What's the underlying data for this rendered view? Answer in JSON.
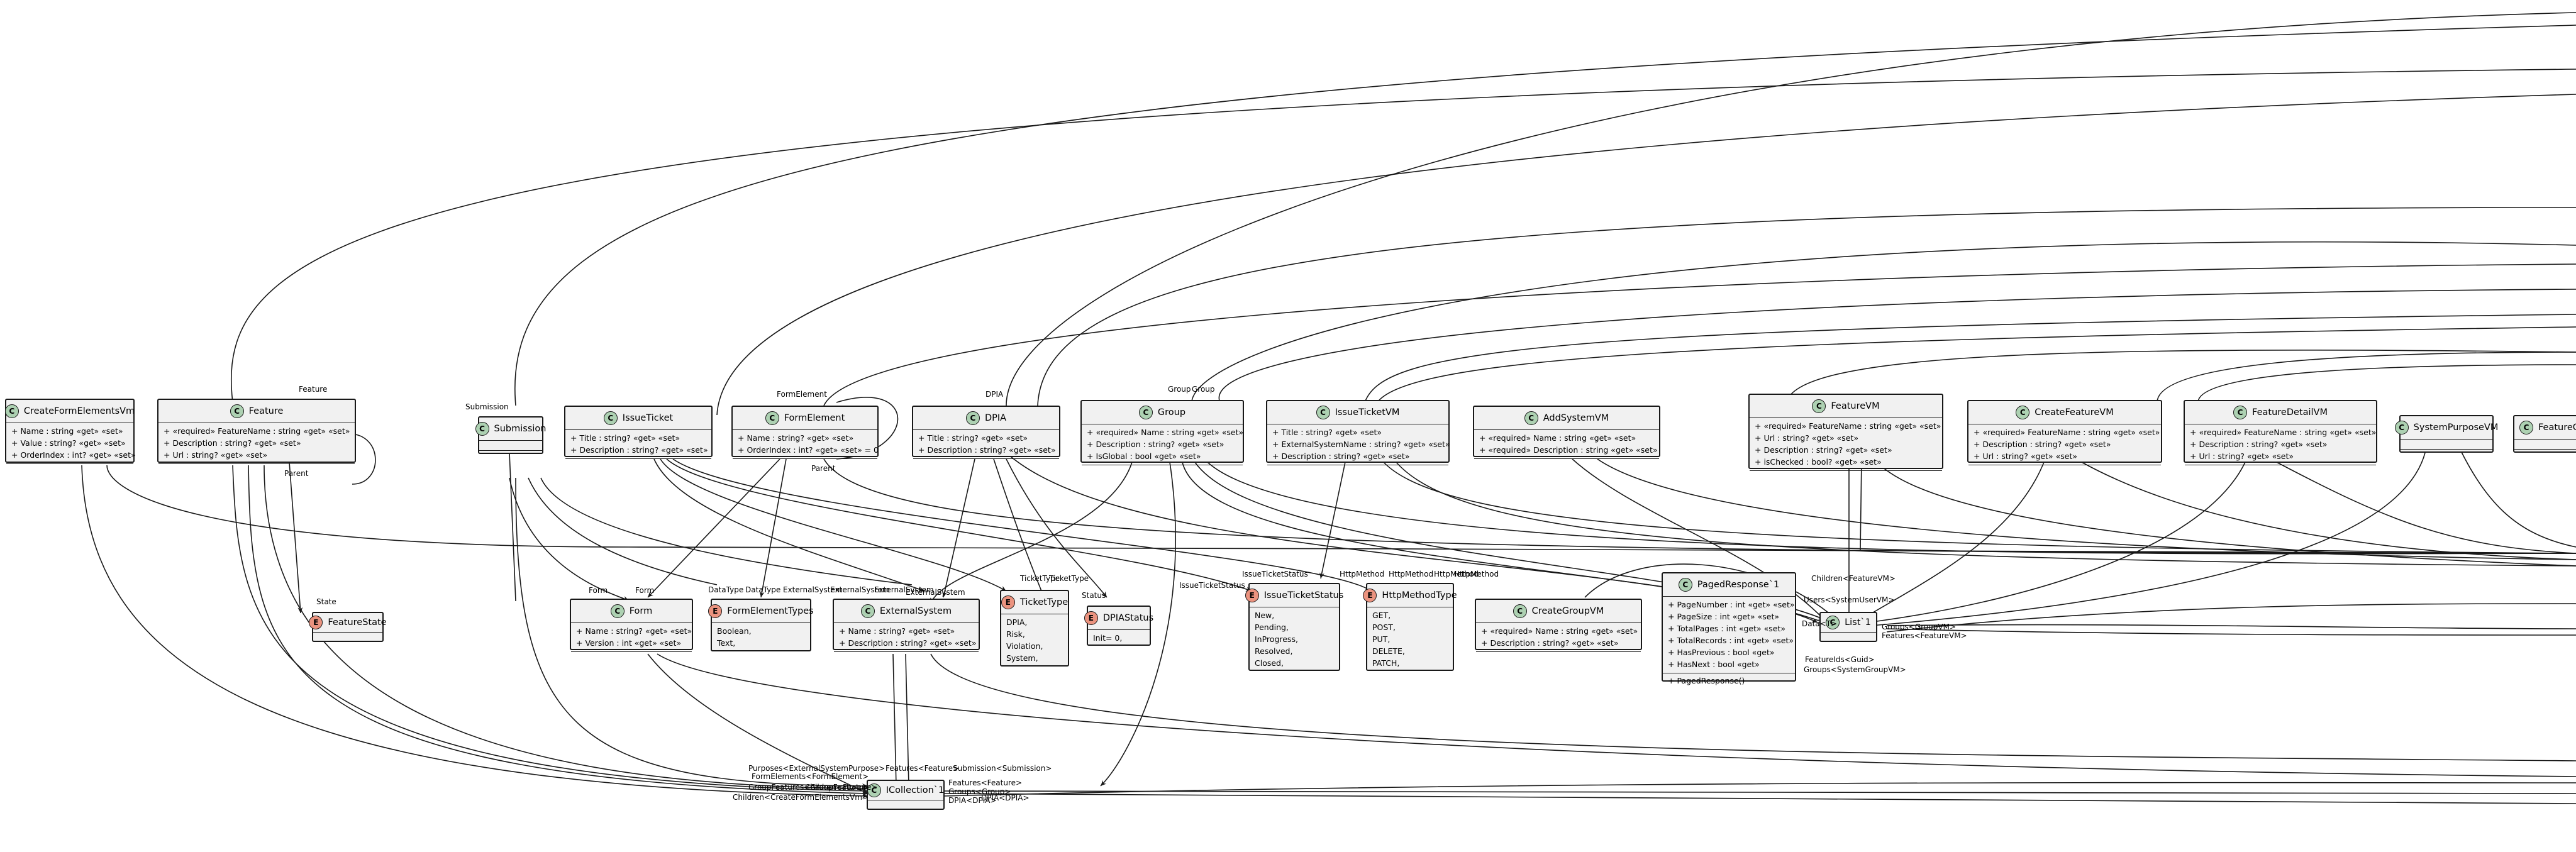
{
  "classes": [
    {
      "id": "createformelementsvm",
      "name": "CreateFormElementsVm",
      "kind": "C",
      "members": [
        "+ Name : string «get» «set»",
        "+ Value : string? «get» «set»",
        "+ OrderIndex : int? «get» «set»"
      ]
    },
    {
      "id": "feature",
      "name": "Feature",
      "kind": "C",
      "members": [
        "+ «required» FeatureName : string «get» «set»",
        "+ Description : string? «get» «set»",
        "+ Url : string? «get» «set»"
      ]
    },
    {
      "id": "submission",
      "name": "Submission",
      "kind": "C",
      "members": []
    },
    {
      "id": "issueticket",
      "name": "IssueTicket",
      "kind": "C",
      "members": [
        "+ Title : string? «get» «set»",
        "+ Description : string? «get» «set»"
      ]
    },
    {
      "id": "formelement",
      "name": "FormElement",
      "kind": "C",
      "members": [
        "+ Name : string? «get» «set»",
        "+ OrderIndex : int? «get» «set» = 0"
      ]
    },
    {
      "id": "dpia",
      "name": "DPIA",
      "kind": "C",
      "members": [
        "+ Title : string? «get» «set»",
        "+ Description : string? «get» «set»"
      ]
    },
    {
      "id": "group",
      "name": "Group",
      "kind": "C",
      "members": [
        "+ «required» Name : string «get» «set»",
        "+ Description : string? «get» «set»",
        "+ IsGlobal : bool «get» «set»"
      ]
    },
    {
      "id": "issueticketvm",
      "name": "IssueTicketVM",
      "kind": "C",
      "members": [
        "+ Title : string? «get» «set»",
        "+ ExternalSystemName : string? «get» «set»",
        "+ Description : string? «get» «set»"
      ]
    },
    {
      "id": "addsystemvm",
      "name": "AddSystemVM",
      "kind": "C",
      "members": [
        "+ «required» Name : string «get» «set»",
        "+ «required» Description : string «get» «set»"
      ]
    },
    {
      "id": "featurevm",
      "name": "FeatureVM",
      "kind": "C",
      "members": [
        "+ «required» FeatureName : string «get» «set»",
        "+ Url : string? «get» «set»",
        "+ Description : string? «get» «set»",
        "+ isChecked : bool? «get» «set»"
      ]
    },
    {
      "id": "createfeaturevm",
      "name": "CreateFeatureVM",
      "kind": "C",
      "members": [
        "+ «required» FeatureName : string «get» «set»",
        "+ Description : string? «get» «set»",
        "+ Url : string? «get» «set»"
      ]
    },
    {
      "id": "featuredetailvm",
      "name": "FeatureDetailVM",
      "kind": "C",
      "members": [
        "+ «required» FeatureName : string «get» «set»",
        "+ Description : string? «get» «set»",
        "+ Url : string? «get» «set»"
      ]
    },
    {
      "id": "systempurposevm",
      "name": "SystemPurposeVM",
      "kind": "C",
      "members": []
    },
    {
      "id": "featuregr",
      "name": "FeatureGr",
      "kind": "C",
      "members": []
    },
    {
      "id": "featurestate",
      "name": "FeatureState",
      "kind": "E",
      "members": []
    },
    {
      "id": "form",
      "name": "Form",
      "kind": "C",
      "members": [
        "+ Name : string? «get» «set»",
        "+ Version : int «get» «set»"
      ]
    },
    {
      "id": "formelementtypes",
      "name": "FormElementTypes",
      "kind": "E",
      "members": [
        "Boolean,",
        "Text,"
      ]
    },
    {
      "id": "externalsystem",
      "name": "ExternalSystem",
      "kind": "C",
      "members": [
        "+ Name : string? «get» «set»",
        "+ Description : string? «get» «set»"
      ]
    },
    {
      "id": "tickettype",
      "name": "TicketType",
      "kind": "E",
      "members": [
        "DPIA,",
        "Risk,",
        "Violation,",
        "System,"
      ]
    },
    {
      "id": "dpiastatus",
      "name": "DPIAStatus",
      "kind": "E",
      "members": [
        "Init= 0,"
      ]
    },
    {
      "id": "issueticketstatus",
      "name": "IssueTicketStatus",
      "kind": "E",
      "members": [
        "New,",
        "Pending,",
        "InProgress,",
        "Resolved,",
        "Closed,"
      ]
    },
    {
      "id": "httpmethodtype",
      "name": "HttpMethodType",
      "kind": "E",
      "members": [
        "GET,",
        "POST,",
        "PUT,",
        "DELETE,",
        "PATCH,"
      ]
    },
    {
      "id": "creategroupvm",
      "name": "CreateGroupVM",
      "kind": "C",
      "members": [
        "+ «required» Name : string «get» «set»",
        "+ Description : string? «get» «set»"
      ]
    },
    {
      "id": "pagedresponse",
      "name": "PagedResponse`1",
      "kind": "C",
      "members": [
        "+ PageNumber : int «get» «set»",
        "+ PageSize : int «get» «set»",
        "+ TotalPages : int «get» «set»",
        "+ TotalRecords : int «get» «set»",
        "+ HasPrevious : bool «get»",
        "+ HasNext : bool «get»"
      ],
      "operations": [
        "+ PagedResponse()"
      ]
    },
    {
      "id": "list",
      "name": "List`1",
      "kind": "C",
      "members": []
    },
    {
      "id": "icollection",
      "name": "ICollection`1",
      "kind": "C",
      "members": []
    }
  ],
  "edge_labels": [
    "Feature",
    "Parent",
    "State",
    "Submission",
    "Form",
    "Form",
    "FormElement",
    "Parent",
    "DPIA",
    "Group",
    "Group",
    "DataType",
    "DataType",
    "ExternalSystem",
    "ExternalSystem",
    "ExternalSystem",
    "ExternalSystem",
    "TicketType",
    "TicketType",
    "Status",
    "IssueTicketStatus",
    "IssueTicketStatus",
    "HttpMethod",
    "HttpMethod",
    "HttpMethod",
    "HttpMethod",
    "Purposes<ExternalSystemPurpose>",
    "FormElements<FormElement>",
    "Features<Feature>",
    "Features<Feature>",
    "Submission<Submission>",
    "GroupFeatures<GroupFeature>",
    "Children<Feature>",
    "Groups<Group>",
    "Children<CreateFormElementsVm>",
    "DPIA<DPIA>",
    "DPIA<DPIA>",
    "Data<T>",
    "Groups<GroupVM>",
    "Users<SystemUserVM>",
    "Groups<SystemGroupVM>",
    "FeatureIds<Guid>",
    "Features<FeatureVM>",
    "Children<FeatureVM>"
  ]
}
